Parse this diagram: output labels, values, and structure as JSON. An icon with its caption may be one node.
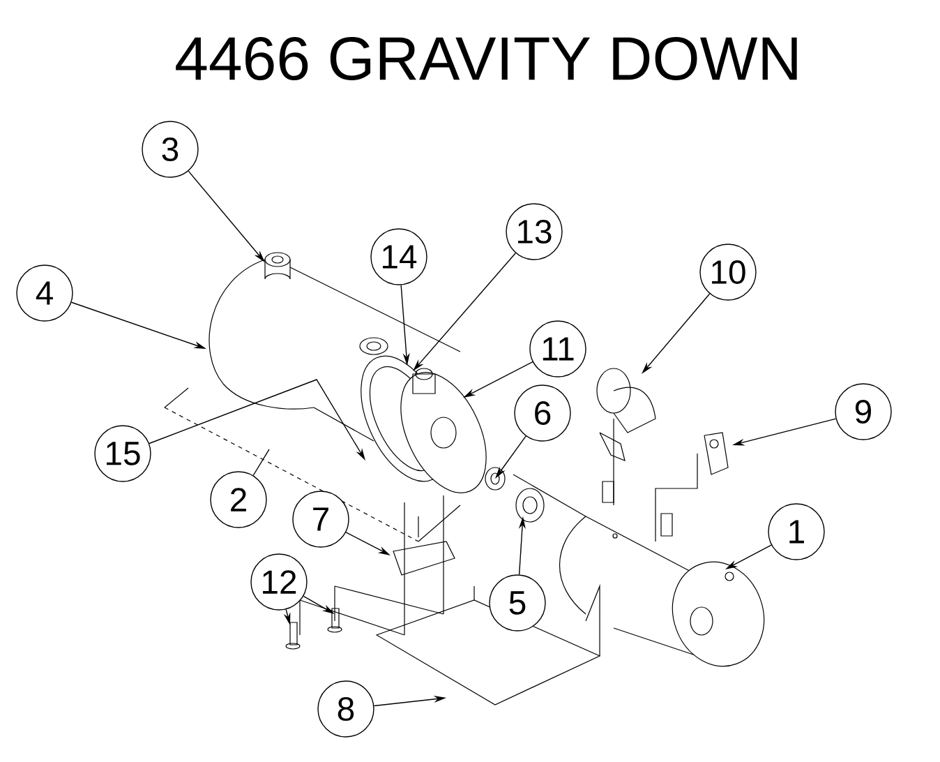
{
  "diagram": {
    "title": "4466 GRAVITY DOWN",
    "nodes": [
      {
        "text": [
          "3"
        ]
      },
      {
        "text": [
          "4"
        ]
      },
      {
        "text": [
          "14"
        ]
      },
      {
        "text": [
          "13"
        ]
      },
      {
        "text": [
          "10"
        ]
      },
      {
        "text": [
          "11"
        ]
      },
      {
        "text": [
          "6"
        ]
      },
      {
        "text": [
          "9"
        ]
      },
      {
        "text": [
          "15"
        ]
      },
      {
        "text": [
          "2"
        ]
      },
      {
        "text": [
          "7"
        ]
      },
      {
        "text": [
          "1"
        ]
      },
      {
        "text": [
          "5"
        ]
      },
      {
        "text": [
          "12"
        ]
      },
      {
        "text": [
          "8"
        ]
      }
    ],
    "edges": [
      {
        "from": 0,
        "to": null,
        "arrow": "to"
      },
      {
        "from": 1,
        "to": null,
        "arrow": "to"
      },
      {
        "from": 2,
        "to": null,
        "arrow": "to"
      },
      {
        "from": 3,
        "to": null,
        "arrow": "to"
      },
      {
        "from": 4,
        "to": null,
        "arrow": "to"
      },
      {
        "from": 5,
        "to": null,
        "arrow": "to"
      },
      {
        "from": 6,
        "to": null,
        "arrow": "to"
      },
      {
        "from": 7,
        "to": null,
        "arrow": "to"
      },
      {
        "from": 8,
        "to": null,
        "arrow": "to"
      },
      {
        "from": 9,
        "to": null,
        "arrow": "none"
      },
      {
        "from": 10,
        "to": null,
        "arrow": "to"
      },
      {
        "from": 11,
        "to": null,
        "arrow": "to"
      },
      {
        "from": 12,
        "to": null,
        "arrow": "to"
      },
      {
        "from": 13,
        "to": null,
        "arrow": "to"
      },
      {
        "from": 13,
        "to": null,
        "arrow": "to"
      },
      {
        "from": 14,
        "to": null,
        "arrow": "to"
      }
    ]
  }
}
